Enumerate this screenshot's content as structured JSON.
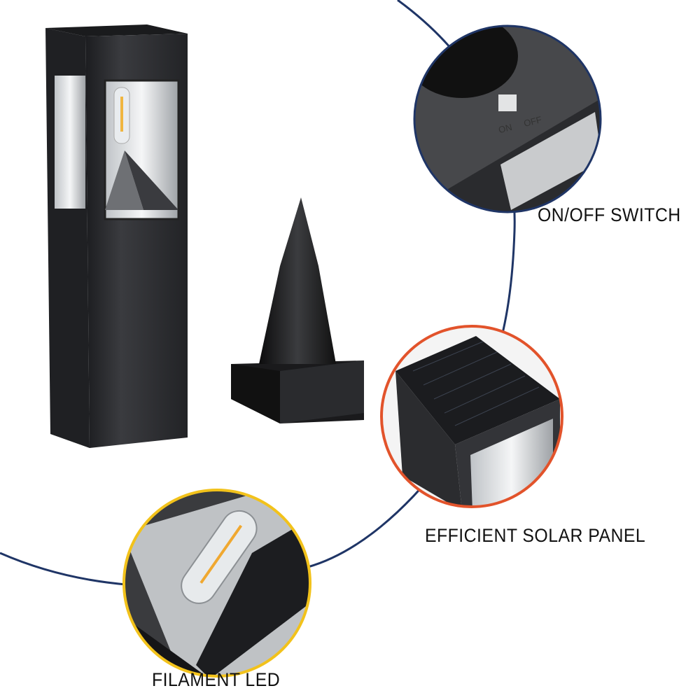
{
  "labels": {
    "switch": "ON/OFF SWITCH",
    "solar": "EFFICIENT SOLAR PANEL",
    "led": "FILAMENT LED"
  },
  "switch_marks": {
    "on": "ON",
    "off": "OFF"
  },
  "colors": {
    "curve": "#1f3566",
    "switch_ring": "#1f3566",
    "solar_ring": "#e2532b",
    "led_ring": "#f2c21b",
    "lamp_body": "#2c2d30"
  }
}
